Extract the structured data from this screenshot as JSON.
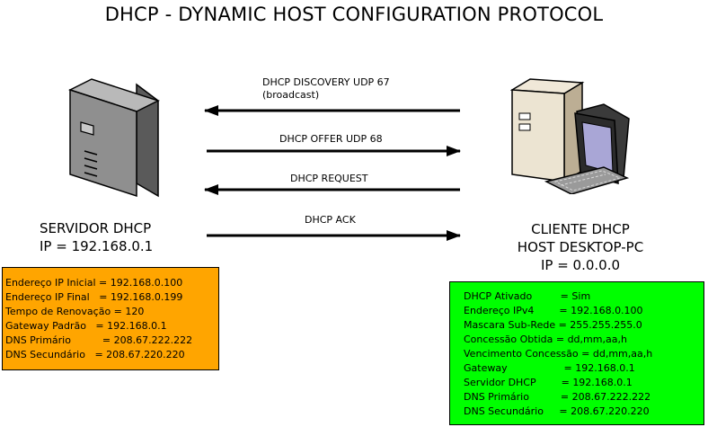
{
  "title": "DHCP - DYNAMIC HOST CONFIGURATION PROTOCOL",
  "messages": [
    {
      "label": "DHCP DISCOVERY UDP 67",
      "sublabel": "(broadcast)",
      "direction": "to-server"
    },
    {
      "label": "DHCP OFFER UDP 68",
      "sublabel": "",
      "direction": "to-client"
    },
    {
      "label": "DHCP REQUEST",
      "sublabel": "",
      "direction": "to-server"
    },
    {
      "label": "DHCP ACK",
      "sublabel": "",
      "direction": "to-client"
    }
  ],
  "server": {
    "name": "SERVIDOR DHCP",
    "ip": "IP = 192.168.0.1",
    "icon": "server-tower-icon",
    "color": "#FFA500",
    "config": [
      {
        "key": "Endereço IP Inicial = ",
        "value": "192.168.0.100"
      },
      {
        "key": "Endereço IP Final   = ",
        "value": "192.168.0.199"
      },
      {
        "key": "Tempo de Renovação = ",
        "value": "120"
      },
      {
        "key": "Gateway Padrão   = ",
        "value": "192.168.0.1"
      },
      {
        "key": "DNS Primário          = ",
        "value": "208.67.222.222"
      },
      {
        "key": "DNS Secundário   = ",
        "value": "208.67.220.220"
      }
    ]
  },
  "client": {
    "name": "CLIENTE DHCP",
    "host": "HOST DESKTOP-PC",
    "ip": "IP = 0.0.0.0",
    "icon": "desktop-pc-icon",
    "color": "#00FF00",
    "config": [
      {
        "key": "DHCP Ativado         = ",
        "value": "Sim"
      },
      {
        "key": "Endereço IPv4        = ",
        "value": "192.168.0.100"
      },
      {
        "key": "Mascara Sub-Rede = ",
        "value": "255.255.255.0"
      },
      {
        "key": "Concessão Obtida = ",
        "value": "dd,mm,aa,h"
      },
      {
        "key": "Vencimento Concessão = ",
        "value": "dd,mm,aa,h"
      },
      {
        "key": "Gateway                  = ",
        "value": "192.168.0.1"
      },
      {
        "key": "Servidor DHCP        = ",
        "value": "192.168.0.1"
      },
      {
        "key": "DNS Primário          = ",
        "value": "208.67.222.222"
      },
      {
        "key": "DNS Secundário     = ",
        "value": "208.67.220.220"
      }
    ]
  }
}
